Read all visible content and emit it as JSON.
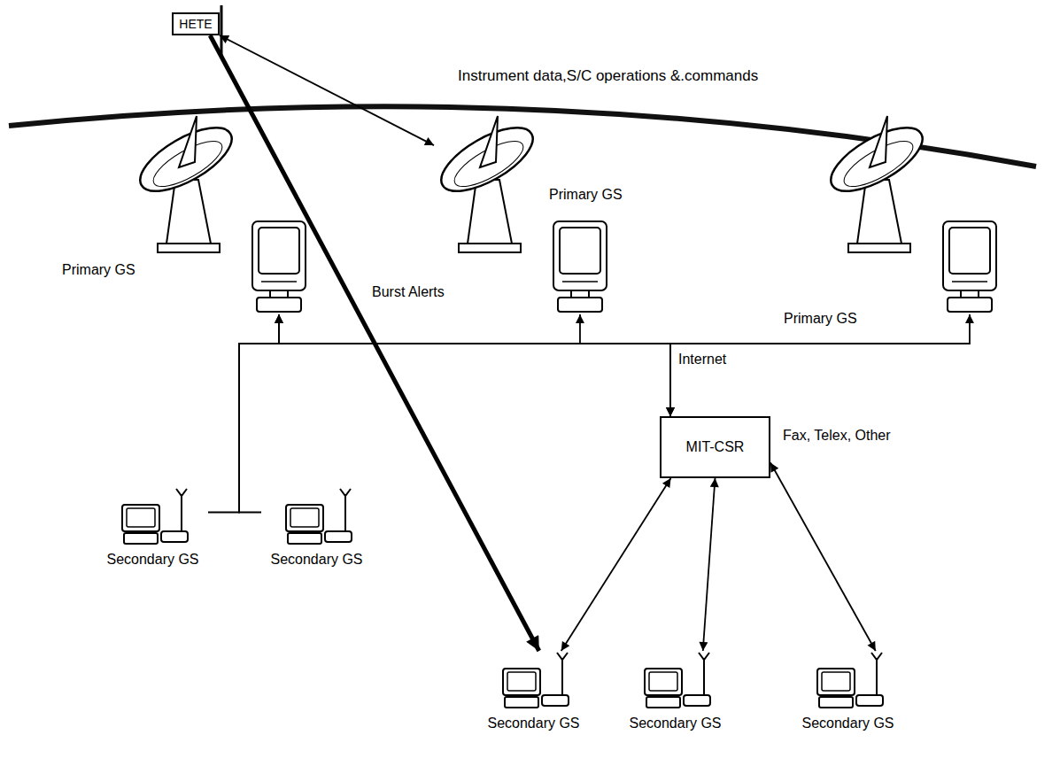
{
  "diagram": {
    "nodes": [
      {
        "text": [
          "HETE"
        ]
      },
      {
        "text": [
          "Primary GS"
        ]
      },
      {
        "text": [
          "Primary GS"
        ]
      },
      {
        "text": [
          "Primary GS"
        ]
      },
      {
        "text": [
          "MIT-CSR"
        ]
      },
      {
        "text": [
          "Secondary GS"
        ]
      },
      {
        "text": [
          "Secondary GS"
        ]
      },
      {
        "text": [
          "Secondary GS"
        ]
      },
      {
        "text": [
          "Secondary GS"
        ]
      },
      {
        "text": [
          "Secondary GS"
        ]
      }
    ],
    "edges": [
      {
        "from": 0,
        "to": 2,
        "arrow": "both",
        "label": "Instrument data,S/C operations &.commands"
      },
      {
        "from": 0,
        "to": 7,
        "arrow": "to",
        "label": "Burst Alerts"
      },
      {
        "from": 1,
        "to": 4,
        "arrow": "both"
      },
      {
        "from": 2,
        "to": 4,
        "arrow": "both",
        "label": "Internet"
      },
      {
        "from": 3,
        "to": 4,
        "arrow": "both"
      },
      {
        "from": 5,
        "to": 1,
        "arrow": "to"
      },
      {
        "from": 6,
        "to": 1,
        "arrow": "to"
      },
      {
        "from": 4,
        "to": 7,
        "arrow": "both"
      },
      {
        "from": 4,
        "to": 8,
        "arrow": "both"
      },
      {
        "from": 4,
        "to": 9,
        "arrow": "both",
        "label": "Fax, Telex, Other"
      }
    ]
  }
}
